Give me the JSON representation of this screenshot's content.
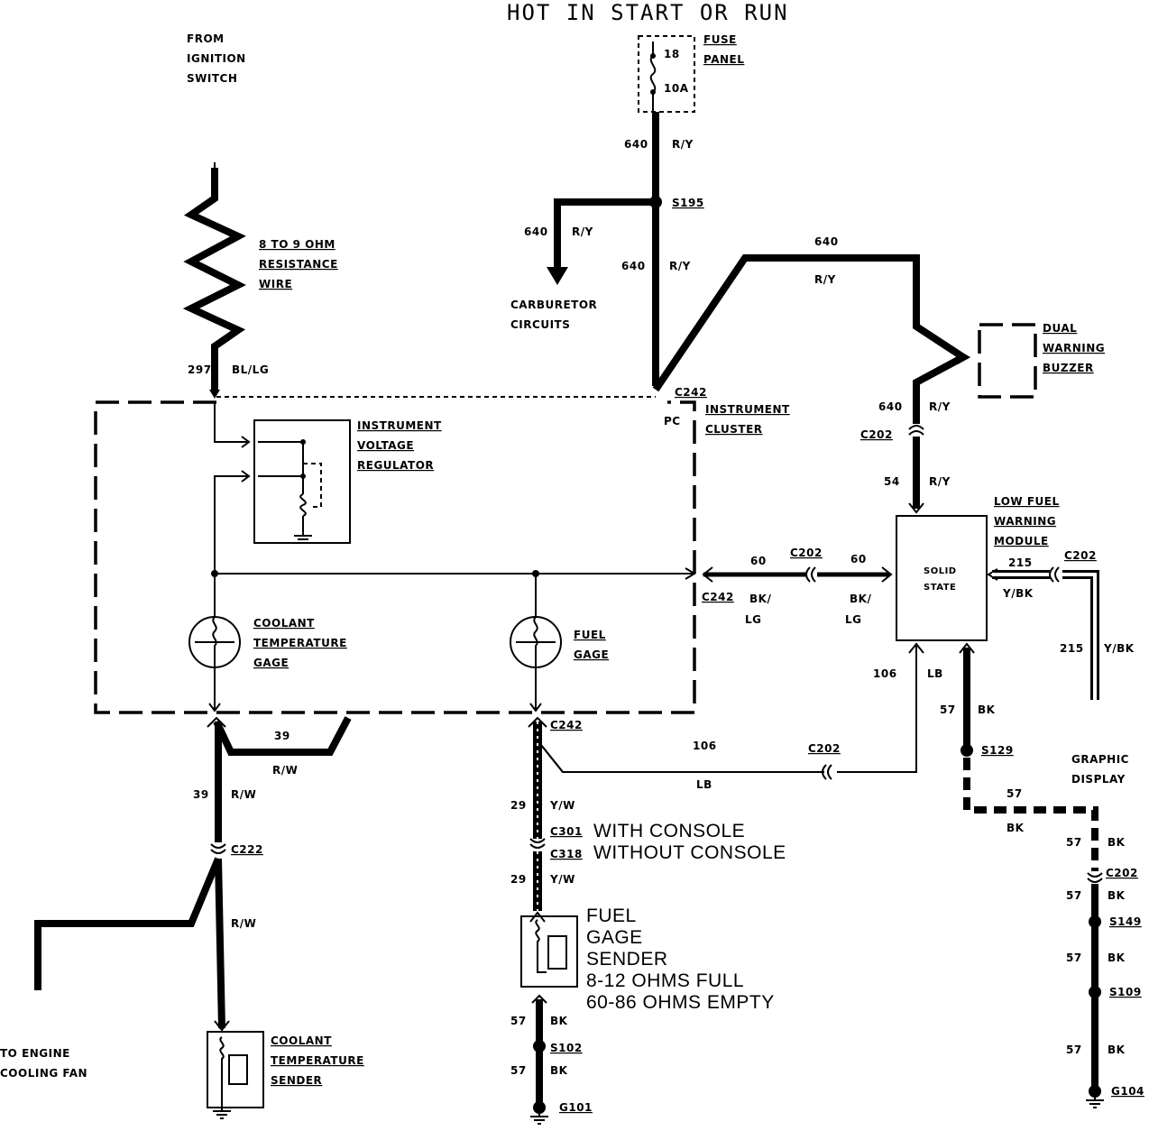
{
  "title": "HOT IN START OR RUN",
  "from_ignition": [
    "FROM",
    "IGNITION",
    "SWITCH"
  ],
  "fuse": {
    "label": [
      "FUSE",
      "PANEL"
    ],
    "number": "18",
    "rating": "10A"
  },
  "resistance_wire": [
    "8 TO 9 OHM",
    "RESISTANCE",
    "WIRE"
  ],
  "carburetor": [
    "CARBURETOR",
    "CIRCUITS"
  ],
  "splice_s195": "S195",
  "instrument_cluster": [
    "INSTRUMENT",
    "CLUSTER"
  ],
  "pc": "PC",
  "voltage_regulator": [
    "INSTRUMENT",
    "VOLTAGE",
    "REGULATOR"
  ],
  "dual_buzzer": [
    "DUAL",
    "WARNING",
    "BUZZER"
  ],
  "low_fuel_module": [
    "LOW FUEL",
    "WARNING",
    "MODULE"
  ],
  "solid_state": [
    "SOLID",
    "STATE"
  ],
  "coolant_gage": [
    "COOLANT",
    "TEMPERATURE",
    "GAGE"
  ],
  "fuel_gage": [
    "FUEL",
    "GAGE"
  ],
  "graphic_display": [
    "GRAPHIC",
    "DISPLAY"
  ],
  "console_notes": [
    "WITH CONSOLE",
    "WITHOUT CONSOLE"
  ],
  "fuel_sender": [
    "FUEL",
    "GAGE",
    "SENDER",
    "8-12 OHMS FULL",
    "60-86 OHMS EMPTY"
  ],
  "coolant_sender": [
    "COOLANT",
    "TEMPERATURE",
    "SENDER"
  ],
  "engine_fan": [
    "TO ENGINE",
    "COOLING FAN"
  ],
  "connectors": {
    "c242": "C242",
    "c202": "C202",
    "c222": "C222",
    "c301": "C301",
    "c318": "C318",
    "s129": "S129",
    "s149": "S149",
    "s109": "S109",
    "s102": "S102",
    "g101": "G101",
    "g104": "G104"
  },
  "wires": {
    "c640": "640",
    "ry": "R/Y",
    "c297": "297",
    "blg": "BL/LG",
    "c54": "54",
    "c60": "60",
    "bk_slash": "BK/",
    "lg": "LG",
    "c215": "215",
    "ybk": "Y/BK",
    "c106": "106",
    "lb": "LB",
    "c57": "57",
    "bk": "BK",
    "c39": "39",
    "rw": "R/W",
    "c29": "29",
    "yw": "Y/W"
  }
}
